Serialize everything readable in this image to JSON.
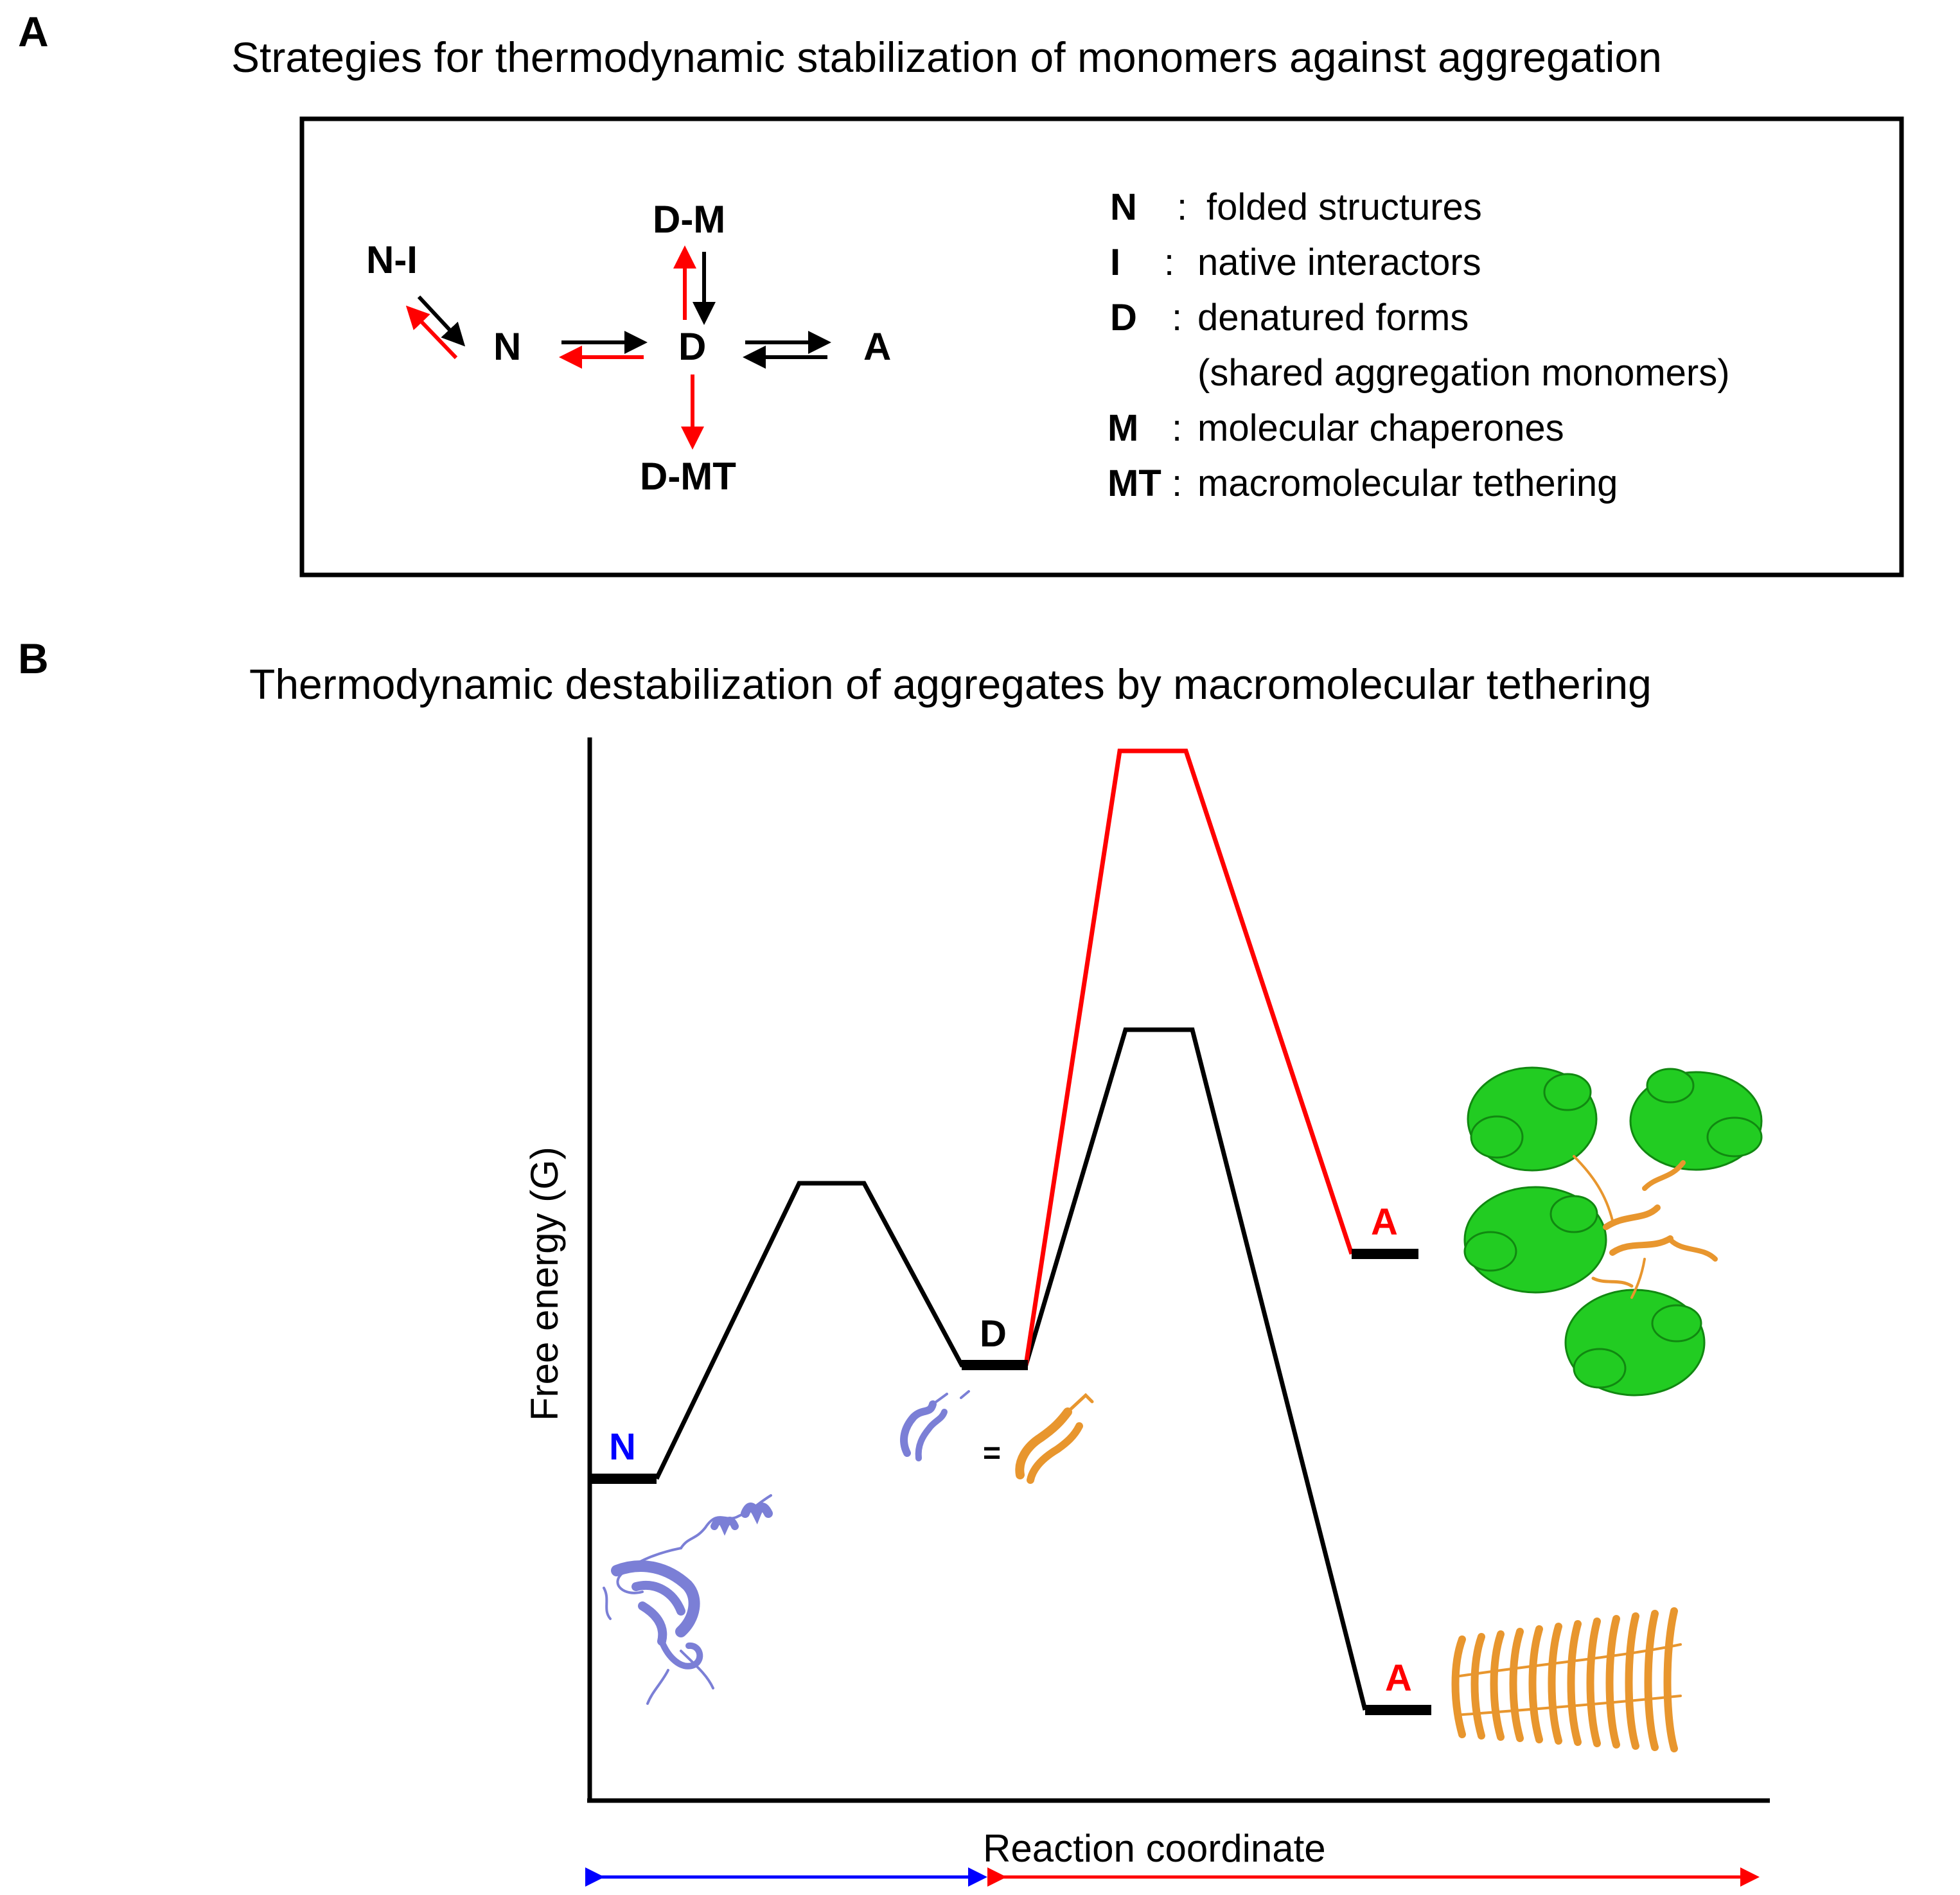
{
  "panel_a": {
    "letter": "A",
    "title": "Strategies for thermodynamic stabilization of monomers against aggregation",
    "scheme": {
      "ni": "N-I",
      "n": "N",
      "d": "D",
      "a": "A",
      "dm": "D-M",
      "dmt": "D-MT"
    },
    "legend": [
      {
        "key": "N",
        "sep": ":",
        "text": "folded structures"
      },
      {
        "key": "I",
        "sep": ":",
        "text": "native interactors"
      },
      {
        "key": "D",
        "sep": ":",
        "text": "denatured forms"
      },
      {
        "key": "",
        "sep": "",
        "text": "(shared aggregation monomers)"
      },
      {
        "key": "M",
        "sep": ":",
        "text": "molecular chaperones"
      },
      {
        "key": "MT",
        "sep": ":",
        "text": "macromolecular tethering"
      }
    ]
  },
  "panel_b": {
    "letter": "B",
    "title": "Thermodynamic destabilization of aggregates by macromolecular tethering",
    "ylabel": "Free energy (G)",
    "xlabel": "Reaction coordinate",
    "states": {
      "n": "N",
      "d": "D",
      "a_upper": "A",
      "a_lower": "A",
      "equals": "="
    }
  },
  "colors": {
    "black": "#000000",
    "red": "#ff0000",
    "blue": "#0000ff",
    "native_protein": "#7b7fd6",
    "tethered_protein": "#22cc22",
    "fibril": "#e8962e"
  }
}
